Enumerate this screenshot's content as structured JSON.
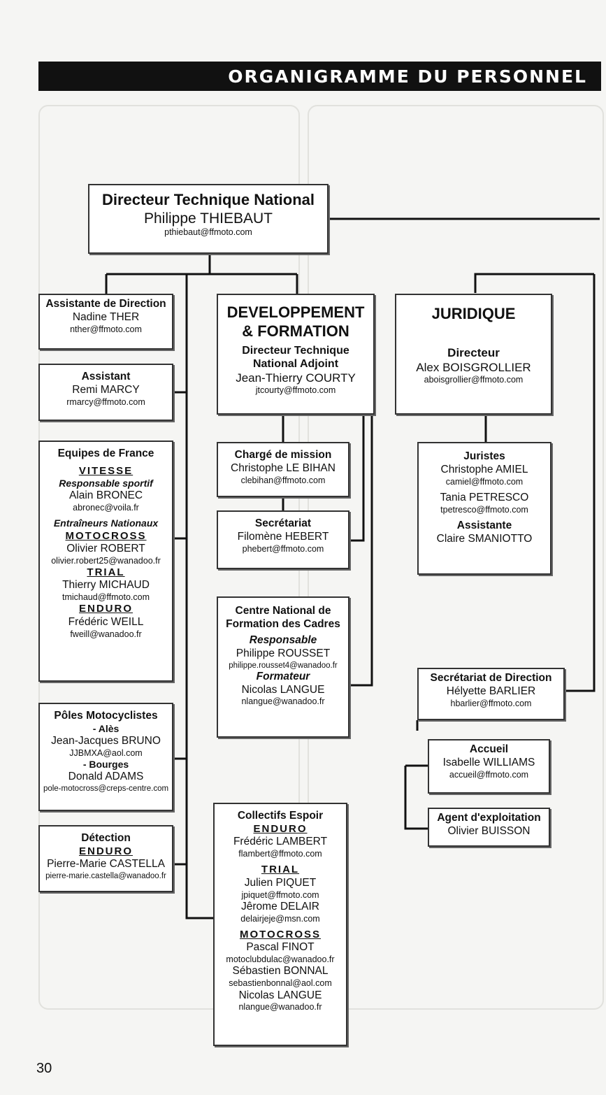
{
  "title": "ORGANIGRAMME DU PERSONNEL",
  "page_number": "30",
  "dtn": {
    "title": "Directeur Technique National",
    "name": "Philippe THIEBAUT",
    "email": "pthiebaut@ffmoto.com"
  },
  "assistante": {
    "title": "Assistante de Direction",
    "name": "Nadine THER",
    "email": "nther@ffmoto.com"
  },
  "assistant": {
    "title": "Assistant",
    "name": "Remi MARCY",
    "email": "rmarcy@ffmoto.com"
  },
  "equipes": {
    "title": "Equipes de France",
    "vitesse": "VITESSE",
    "resp_label": "Responsable sportif",
    "resp_name": "Alain BRONEC",
    "resp_email": "abronec@voila.fr",
    "entraineurs": "Entraîneurs Nationaux",
    "motocross": "MOTOCROSS",
    "mx_name": "Olivier ROBERT",
    "mx_email": "olivier.robert25@wanadoo.fr",
    "trial": "TRIAL",
    "trial_name": "Thierry MICHAUD",
    "trial_email": "tmichaud@ffmoto.com",
    "enduro": "ENDURO",
    "enduro_name": "Frédéric WEILL",
    "enduro_email": "fweill@wanadoo.fr"
  },
  "poles": {
    "title": "Pôles Motocyclistes",
    "ales": "- Alès",
    "ales_name": "Jean-Jacques BRUNO",
    "ales_email": "JJBMXA@aol.com",
    "bourges": "- Bourges",
    "bourges_name": "Donald ADAMS",
    "bourges_email": "pole-motocross@creps-centre.com"
  },
  "detection": {
    "title": "Détection",
    "enduro": "ENDURO",
    "name": "Pierre-Marie CASTELLA",
    "email": "pierre-marie.castella@wanadoo.fr"
  },
  "dev": {
    "title1": "DEVELOPPEMENT",
    "title2": "& FORMATION",
    "role1": "Directeur Technique",
    "role2": "National Adjoint",
    "name": "Jean-Thierry COURTY",
    "email": "jtcourty@ffmoto.com"
  },
  "charge": {
    "title": "Chargé de mission",
    "name": "Christophe LE BIHAN",
    "email": "clebihan@ffmoto.com"
  },
  "secretariat": {
    "title": "Secrétariat",
    "name": "Filomène HEBERT",
    "email": "phebert@ffmoto.com"
  },
  "cnfc": {
    "title1": "Centre National de",
    "title2": "Formation des Cadres",
    "resp": "Responsable",
    "resp_name": "Philippe ROUSSET",
    "resp_email": "philippe.rousset4@wanadoo.fr",
    "form": "Formateur",
    "form_name": "Nicolas LANGUE",
    "form_email": "nlangue@wanadoo.fr"
  },
  "collectifs": {
    "title": "Collectifs Espoir",
    "enduro": "ENDURO",
    "enduro_name": "Frédéric LAMBERT",
    "enduro_email": "flambert@ffmoto.com",
    "trial": "TRIAL",
    "trial_name1": "Julien PIQUET",
    "trial_email1": "jpiquet@ffmoto.com",
    "trial_name2": "Jêrome DELAIR",
    "trial_email2": "delairjeje@msn.com",
    "motocross": "MOTOCROSS",
    "mx_name1": "Pascal FINOT",
    "mx_email1": "motoclubdulac@wanadoo.fr",
    "mx_name2": "Sébastien BONNAL",
    "mx_email2": "sebastienbonnal@aol.com",
    "mx_name3": "Nicolas LANGUE",
    "mx_email3": "nlangue@wanadoo.fr"
  },
  "juridique": {
    "title": "JURIDIQUE",
    "role": "Directeur",
    "name": "Alex BOISGROLLIER",
    "email": "aboisgrollier@ffmoto.com"
  },
  "juristes": {
    "title": "Juristes",
    "name1": "Christophe AMIEL",
    "email1": "camiel@ffmoto.com",
    "name2": "Tania PETRESCO",
    "email2": "tpetresco@ffmoto.com",
    "assist": "Assistante",
    "assist_name": "Claire SMANIOTTO"
  },
  "secdir": {
    "title": "Secrétariat de Direction",
    "name": "Hélyette BARLIER",
    "email": "hbarlier@ffmoto.com"
  },
  "accueil": {
    "title": "Accueil",
    "name": "Isabelle WILLIAMS",
    "email": "accueil@ffmoto.com"
  },
  "agent": {
    "title": "Agent d'exploitation",
    "name": "Olivier BUISSON"
  }
}
